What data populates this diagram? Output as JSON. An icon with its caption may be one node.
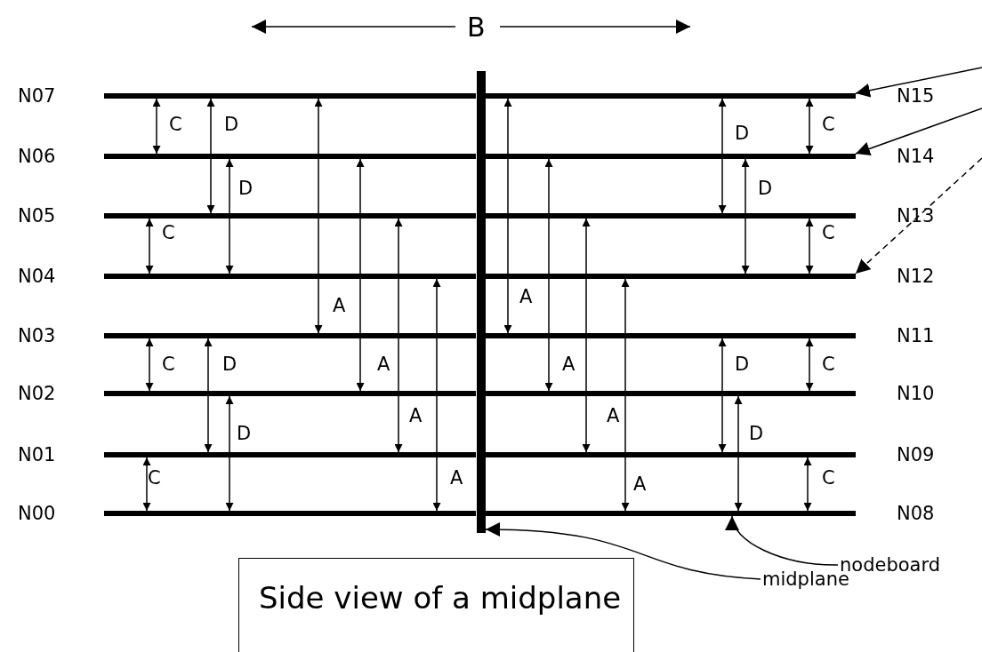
{
  "diagram": {
    "nodes": [
      {
        "text": [],
        "shape": "bar",
        "beside": [
          "N07"
        ]
      },
      {
        "text": [],
        "shape": "bar",
        "beside": [
          "N06"
        ]
      },
      {
        "text": [],
        "shape": "bar",
        "beside": [
          "N05"
        ]
      },
      {
        "text": [],
        "shape": "bar",
        "beside": [
          "N04"
        ]
      },
      {
        "text": [],
        "shape": "bar",
        "beside": [
          "N03"
        ]
      },
      {
        "text": [],
        "shape": "bar",
        "beside": [
          "N02"
        ]
      },
      {
        "text": [],
        "shape": "bar",
        "beside": [
          "N01"
        ]
      },
      {
        "text": [],
        "shape": "bar",
        "beside": [
          "N00"
        ]
      },
      {
        "text": [],
        "shape": "bar"
      },
      {
        "text": [],
        "shape": "bar",
        "beside": [
          "N15"
        ]
      },
      {
        "text": [],
        "shape": "bar",
        "beside": [
          "N14"
        ]
      },
      {
        "text": [],
        "shape": "bar",
        "beside": [
          "N13"
        ]
      },
      {
        "text": [],
        "shape": "bar",
        "beside": [
          "N12"
        ]
      },
      {
        "text": [],
        "shape": "bar",
        "beside": [
          "N11"
        ]
      },
      {
        "text": [],
        "shape": "bar",
        "beside": [
          "N10"
        ]
      },
      {
        "text": [],
        "shape": "bar",
        "beside": [
          "N09"
        ]
      },
      {
        "text": [],
        "shape": "bar",
        "beside": [
          "N08"
        ]
      },
      {
        "text": [
          "nodeboard"
        ]
      },
      {
        "text": [
          "midplane"
        ]
      },
      {
        "text": [
          "Side view of a midplane"
        ]
      }
    ],
    "edges": [
      {
        "from": null,
        "to": 9,
        "arrow": "to"
      },
      {
        "from": null,
        "to": 10,
        "arrow": "to"
      },
      {
        "from": null,
        "to": 12,
        "arrow": "to",
        "style": "dashed"
      },
      {
        "from": 17,
        "to": 16,
        "arrow": "to"
      },
      {
        "from": 18,
        "to": 8,
        "arrow": "to"
      },
      {
        "from": 0,
        "to": 1,
        "arrow": "both",
        "label": "C"
      },
      {
        "from": 0,
        "to": 2,
        "arrow": "both",
        "label": "D"
      },
      {
        "from": 9,
        "to": 11,
        "arrow": "both",
        "label": "D"
      },
      {
        "from": 9,
        "to": 10,
        "arrow": "both",
        "label": "C"
      },
      {
        "from": 1,
        "to": 3,
        "arrow": "both",
        "label": "D"
      },
      {
        "from": 10,
        "to": 12,
        "arrow": "both",
        "label": "D"
      },
      {
        "from": 2,
        "to": 3,
        "arrow": "both",
        "label": "C"
      },
      {
        "from": 11,
        "to": 12,
        "arrow": "both",
        "label": "C"
      },
      {
        "from": 0,
        "to": 4,
        "arrow": "both",
        "label": "A"
      },
      {
        "from": 9,
        "to": 13,
        "arrow": "both",
        "label": "A"
      },
      {
        "from": 4,
        "to": 5,
        "arrow": "both",
        "label": "C"
      },
      {
        "from": 4,
        "to": 6,
        "arrow": "both",
        "label": "D"
      },
      {
        "from": 1,
        "to": 5,
        "arrow": "both",
        "label": "A"
      },
      {
        "from": 10,
        "to": 14,
        "arrow": "both",
        "label": "A"
      },
      {
        "from": 13,
        "to": 15,
        "arrow": "both",
        "label": "D"
      },
      {
        "from": 13,
        "to": 14,
        "arrow": "both",
        "label": "C"
      },
      {
        "from": 2,
        "to": 6,
        "arrow": "both",
        "label": "A"
      },
      {
        "from": 11,
        "to": 15,
        "arrow": "both",
        "label": "A"
      },
      {
        "from": 5,
        "to": 7,
        "arrow": "both",
        "label": "D"
      },
      {
        "from": 14,
        "to": 16,
        "arrow": "both",
        "label": "D"
      },
      {
        "from": 6,
        "to": 7,
        "arrow": "both",
        "label": "C"
      },
      {
        "from": 3,
        "to": 7,
        "arrow": "both",
        "label": "A"
      },
      {
        "from": 12,
        "to": 16,
        "arrow": "both",
        "label": "A"
      },
      {
        "from": 15,
        "to": 16,
        "arrow": "both",
        "label": "C"
      }
    ],
    "labels": [
      "B"
    ]
  }
}
